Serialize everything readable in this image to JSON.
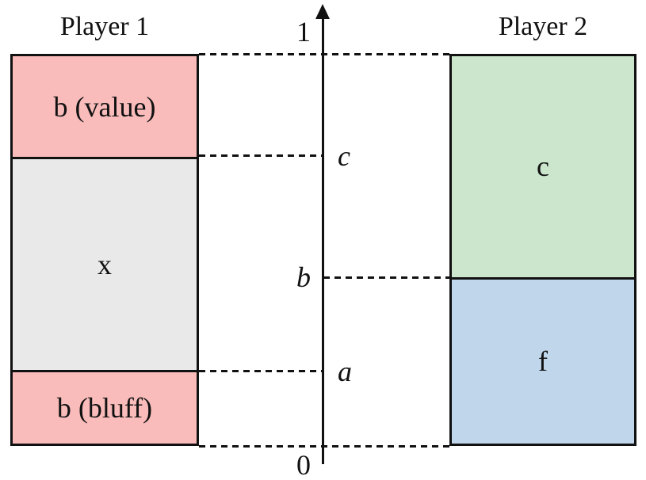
{
  "diagram": {
    "background": "#ffffff",
    "line_color": "#111111",
    "axis": {
      "min_label": "0",
      "max_label": "1",
      "ticks": [
        {
          "label": "1",
          "value": 1.0,
          "side": "left",
          "italic": false,
          "offset": -28
        },
        {
          "label": "c",
          "value": 0.74,
          "side": "right",
          "italic": true,
          "offset": 0
        },
        {
          "label": "b",
          "value": 0.43,
          "side": "left",
          "italic": true,
          "offset": 0
        },
        {
          "label": "a",
          "value": 0.19,
          "side": "right",
          "italic": true,
          "offset": 0
        },
        {
          "label": "0",
          "value": 0.0,
          "side": "left",
          "italic": false,
          "offset": 24
        }
      ]
    },
    "connectors": [
      {
        "value": 1.0,
        "span": "full"
      },
      {
        "value": 0.74,
        "span": "left"
      },
      {
        "value": 0.43,
        "span": "right"
      },
      {
        "value": 0.19,
        "span": "left"
      },
      {
        "value": 0.0,
        "span": "full"
      }
    ],
    "player1": {
      "title": "Player 1",
      "regions": [
        {
          "label": "b (value)",
          "from": 0.74,
          "to": 1.0,
          "color": "#f9bcbb"
        },
        {
          "label": "x",
          "from": 0.19,
          "to": 0.74,
          "color": "#e9e9e9"
        },
        {
          "label": "b (bluff)",
          "from": 0.0,
          "to": 0.19,
          "color": "#f9bcbb"
        }
      ]
    },
    "player2": {
      "title": "Player 2",
      "regions": [
        {
          "label": "c",
          "from": 0.43,
          "to": 1.0,
          "color": "#cbe6cd"
        },
        {
          "label": "f",
          "from": 0.0,
          "to": 0.43,
          "color": "#c0d6ea"
        }
      ]
    }
  }
}
